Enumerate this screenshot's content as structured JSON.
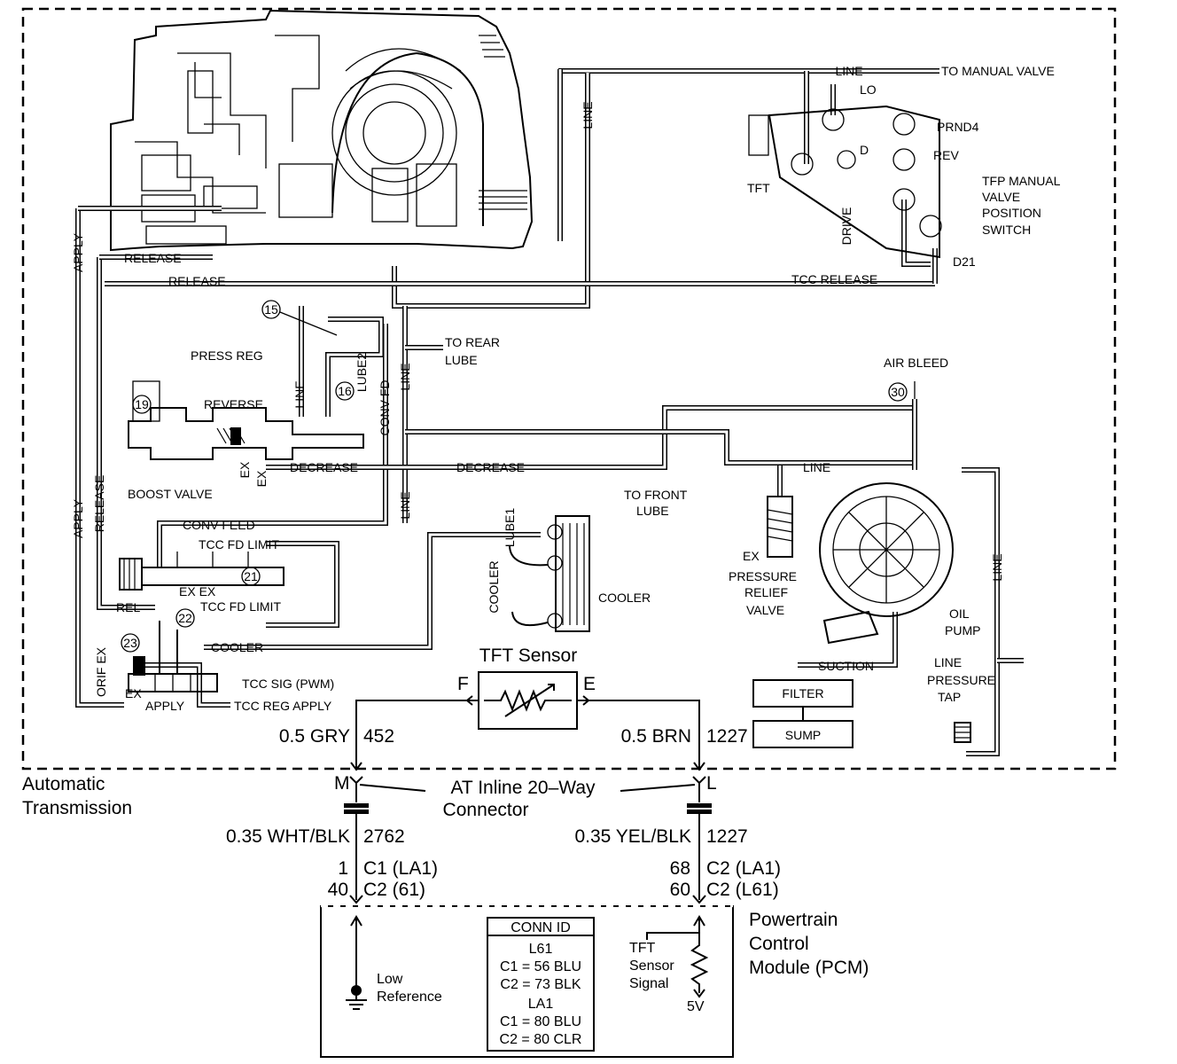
{
  "labels": {
    "line_top": "LINE",
    "to_manual_valve": "TO MANUAL VALVE",
    "line_vert_top": "LINE",
    "lo": "LO",
    "prnd4": "PRND4",
    "rev": "REV",
    "d_label": "D",
    "tft": "TFT",
    "drive": "DRIVE",
    "tfp_line1": "TFP MANUAL",
    "tfp_line2": "VALVE",
    "tfp_line3": "POSITION",
    "tfp_line4": "SWITCH",
    "d21": "D21",
    "release1": "RELEASE",
    "release2": "RELEASE",
    "tcc_release": "TCC RELEASE",
    "apply_vert1": "APPLY",
    "to_rear1": "TO REAR",
    "to_rear2": "LUBE",
    "press_reg": "PRESS REG",
    "lube2": "LUBE2",
    "conv_fd": "CONV FD",
    "line_v2": "LINE",
    "line_v3": "LINE",
    "line_v4": "LINE",
    "air_bleed": "AIR BLEED",
    "reverse": "REVERSE",
    "ex1": "EX",
    "ex2": "EX",
    "decrease1": "DECREASE",
    "decrease2": "DECREASE",
    "line_right": "LINE",
    "boost_valve": "BOOST VALVE",
    "apply_vert2": "APPLY",
    "release_vert": "RELEASE",
    "conv_feed": "CONV FEED",
    "tcc_fd_limit1": "TCC FD LIMIT",
    "to_front1": "TO FRONT",
    "to_front2": "LUBE",
    "lube1": "LUBE1",
    "ex_ex": "EX EX",
    "cooler_vert": "COOLER",
    "cooler": "COOLER",
    "ex3": "EX",
    "pressure1": "PRESSURE",
    "pressure2": "RELIEF",
    "pressure3": "VALVE",
    "line_v5": "LINE",
    "rel": "REL",
    "tcc_fd_limit2": "TCC FD LIMIT",
    "oil1": "OIL",
    "oil2": "PUMP",
    "orif_ex": "ORIF EX",
    "cooler2": "COOLER",
    "suction": "SUCTION",
    "lpt1": "LINE",
    "lpt2": "PRESSURE",
    "lpt3": "TAP",
    "ex4": "EX",
    "apply_bottom": "APPLY",
    "tcc_sig": "TCC SIG (PWM)",
    "tcc_reg_apply": "TCC REG APPLY",
    "filter": "FILTER",
    "sump": "SUMP",
    "num15": "15",
    "num16": "16",
    "num19": "19",
    "num21": "21",
    "num22": "22",
    "num23": "23",
    "num30": "30"
  },
  "sensor": {
    "title": "TFT Sensor",
    "pin_f": "F",
    "pin_e": "E"
  },
  "wires": {
    "left_gauge": "0.5 GRY",
    "left_circuit": "452",
    "right_gauge": "0.5 BRN",
    "right_circuit": "1227",
    "left_gauge2": "0.35 WHT/BLK",
    "left_circuit2": "2762",
    "right_gauge2": "0.35 YEL/BLK",
    "right_circuit2": "1227"
  },
  "connector": {
    "pin_m": "M",
    "pin_l": "L",
    "name1": "AT Inline 20–Way",
    "name2": "Connector"
  },
  "transmission": {
    "line1": "Automatic",
    "line2": "Transmission"
  },
  "pins": {
    "left_a_num": "1",
    "left_a_conn": "C1 (LA1)",
    "left_b_num": "40",
    "left_b_conn": "C2 (61)",
    "right_a_num": "68",
    "right_a_conn": "C2 (LA1)",
    "right_b_num": "60",
    "right_b_conn": "C2 (L61)"
  },
  "pcm": {
    "line1": "Powertrain",
    "line2": "Control",
    "line3": "Module (PCM)",
    "low1": "Low",
    "low2": "Reference",
    "sig1": "TFT",
    "sig2": "Sensor",
    "sig3": "Signal",
    "volt": "5V"
  },
  "conn_id": {
    "header": "CONN ID",
    "rows": [
      "L61",
      "C1 = 56 BLU",
      "C2 = 73 BLK",
      "LA1",
      "C1 = 80 BLU",
      "C2 = 80 CLR"
    ]
  }
}
